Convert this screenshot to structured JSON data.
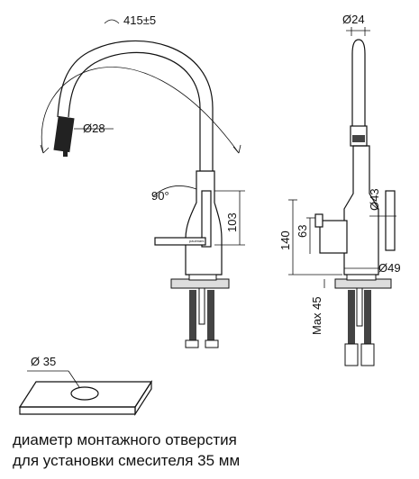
{
  "dimensions": {
    "reach": "415±5",
    "outlet_diameter": "Ø28",
    "swivel_angle": "90°",
    "lever_height": "103",
    "top_diameter": "Ø24",
    "body_diameter": "Ø43",
    "total_height": "140",
    "handle_height": "63",
    "base_diameter": "Ø49",
    "max_counter_thickness": "Max 45",
    "hole_diameter": "Ø 35"
  },
  "brand_mark": "paulmark",
  "caption": {
    "line1": "диаметр монтажного отверстия",
    "line2": "для установки смесителя 35 мм"
  }
}
